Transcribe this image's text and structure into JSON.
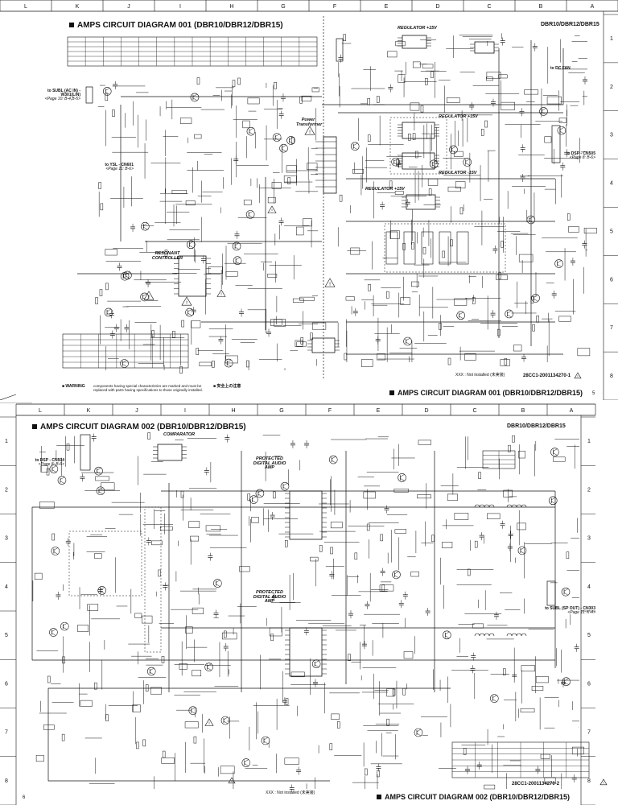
{
  "columns": [
    "L",
    "K",
    "J",
    "I",
    "H",
    "G",
    "F",
    "E",
    "D",
    "C",
    "B",
    "A"
  ],
  "rows": [
    "1",
    "2",
    "3",
    "4",
    "5",
    "6",
    "7",
    "8"
  ],
  "sheet1": {
    "title": "AMPS CIRCUIT DIAGRAM 001 (DBR10/DBR12/DBR15)",
    "model": "DBR10/DBR12/DBR15",
    "footer_title": "AMPS CIRCUIT DIAGRAM 001 (DBR10/DBR12/DBR15)",
    "footer_code": "28CC1-2001134270-1",
    "page": "5",
    "not_installed": "XXX : Not installed (未実装)",
    "warning_label": "WARNING",
    "warning_text": "components having special characteristics are marked and must be replaced with parts having specifications to those originally installed.",
    "caution_label": "安全上の注意",
    "blocks": {
      "reg15_top": "REGULATOR +15V",
      "reg15_mid": "REGULATOR +15V",
      "reg15_neg": "REGULATOR -15V",
      "reg15_low": "REGULATOR +15V",
      "resonant": "RESONANT CONTROLLER",
      "power_transformer": "Power Transformer"
    },
    "connectors": {
      "dc_fan": "to DC FAN",
      "subl_acin": "to SUBL (AC IN) - W301(LIN)",
      "subl_acin_page": "<Page 10: B-4,B-5>",
      "ysl": "to YSL - CN601",
      "ysl_page": "<Page 11: B-6>",
      "dsp": "to DSP - CN505",
      "dsp_page": "<Page 8: B-6>"
    }
  },
  "sheet2": {
    "title": "AMPS CIRCUIT DIAGRAM 002 (DBR10/DBR12/DBR15)",
    "model": "DBR10/DBR12/DBR15",
    "footer_title": "AMPS CIRCUIT DIAGRAM 002 (DBR10/DBR12/DBR15)",
    "footer_code": "28CC1-2001134270-2",
    "page": "6",
    "not_installed": "XXX : Not installed (未実装)",
    "blocks": {
      "comparator": "COMPARATOR",
      "pdaa_top": "PROTECTED DIGITAL AUDIO AMP",
      "pdaa_bot": "PROTECTED DIGITAL AUDIO AMP"
    },
    "connectors": {
      "dsp": "to DSP - CN504",
      "dsp_page": "<Page 8: B-6>",
      "subl": "to SUBL (SP OUT) - CN303",
      "subl_page": "<Page 11: K-4>"
    }
  }
}
